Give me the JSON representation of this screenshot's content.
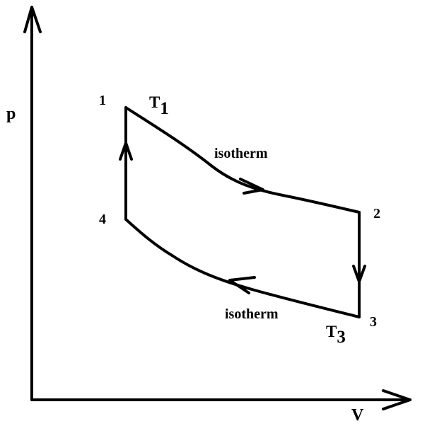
{
  "axes": {
    "y_label": "p",
    "x_label": "V"
  },
  "points": {
    "p1": "1",
    "p2": "2",
    "p3": "3",
    "p4": "4"
  },
  "temperatures": {
    "upper": {
      "main": "T",
      "sub": "1"
    },
    "lower": {
      "main": "T",
      "sub": "3"
    }
  },
  "processes": {
    "upper_isotherm": "isotherm",
    "lower_isotherm": "isotherm"
  },
  "colors": {
    "ink": "#000000",
    "background": "#ffffff"
  }
}
